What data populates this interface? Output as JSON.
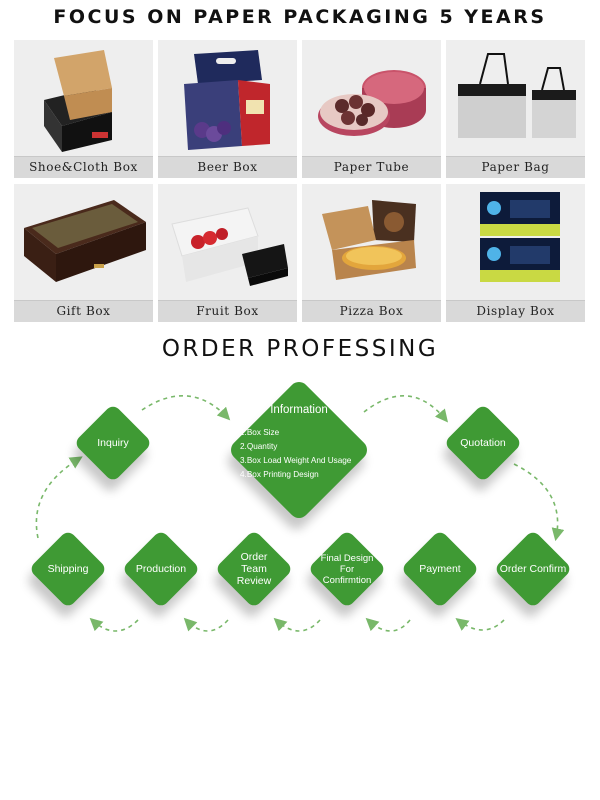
{
  "header": {
    "title": "FOCUS ON PAPER PACKAGING 5 YEARS"
  },
  "products": [
    {
      "label": "Shoe&Cloth Box"
    },
    {
      "label": "Beer Box"
    },
    {
      "label": "Paper Tube"
    },
    {
      "label": "Paper Bag"
    },
    {
      "label": "Gift Box"
    },
    {
      "label": "Fruit Box"
    },
    {
      "label": "Pizza Box"
    },
    {
      "label": "Display Box"
    }
  ],
  "process": {
    "title": "ORDER PROFESSING",
    "inquiry": "Inquiry",
    "information": {
      "title": "Information",
      "items": [
        "1.Box Size",
        "2.Quantity",
        "3.Box Load Weight And Usage",
        "4.Box Printing Design"
      ]
    },
    "quotation": "Quotation",
    "shipping": "Shipping",
    "production": "Production",
    "order_team_review": "Order Team Review",
    "final_design": "Final Design For Confirmtion",
    "payment": "Payment",
    "order_confirm": "Order Confirm"
  },
  "colors": {
    "accent_green": "#3f9a34",
    "arrow_green": "#79b86a",
    "caption_bar": "#d9d9d9",
    "tile_bg": "#eeeeee"
  }
}
